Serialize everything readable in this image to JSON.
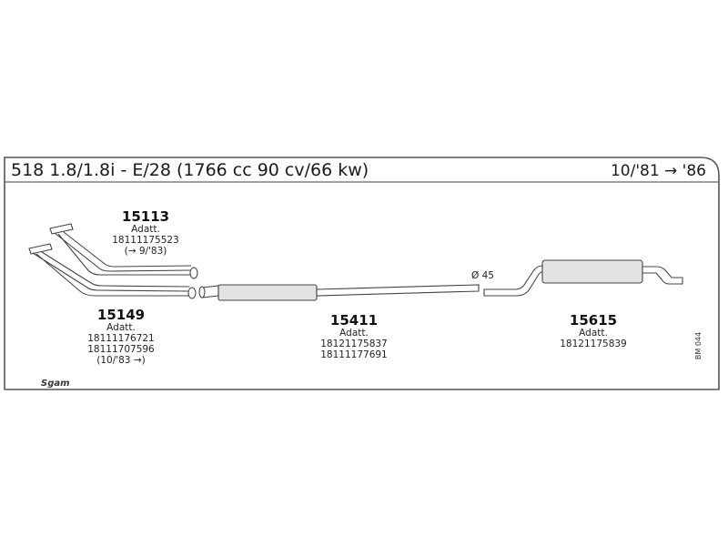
{
  "header": {
    "title": "518 1.8/1.8i - E/28 (1766 cc 90 cv/66 kw)",
    "date_range": "10/'81 → '86"
  },
  "parts": [
    {
      "number": "15113",
      "lines": [
        "Adatt.",
        "18111175523",
        "(→ 9/'83)"
      ]
    },
    {
      "number": "15149",
      "lines": [
        "Adatt.",
        "18111176721",
        "18111707596",
        "(10/'83 →)"
      ]
    },
    {
      "number": "15411",
      "lines": [
        "Adatt.",
        "18121175837",
        "18111177691"
      ]
    },
    {
      "number": "15615",
      "lines": [
        "Adatt.",
        "18121175839"
      ]
    }
  ],
  "pipe_diameter": "Ø 45",
  "side_code": "BM 044",
  "logo": "Sgam"
}
